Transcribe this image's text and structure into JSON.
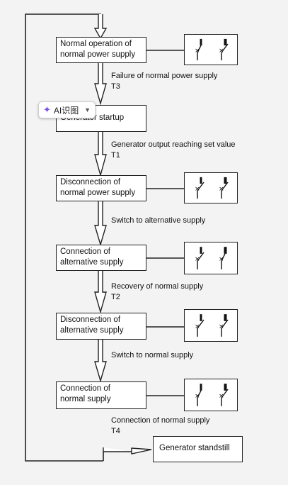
{
  "boxes": {
    "normal_operation": "Normal operation of\nnormal power supply",
    "generator_startup": "Generator startup",
    "disconnect_normal": "Disconnection of\nnormal power supply",
    "connect_alternative": "Connection of\nalternative supply",
    "disconnect_alternative": "Disconnection of\nalternative supply",
    "connect_normal": "Connection of\nnormal supply",
    "generator_standstill": "Generator standstill"
  },
  "transitions": {
    "t1_text": "Failure of normal power supply",
    "t1_time": "T3",
    "t2_text": "Generator output reaching set value",
    "t2_time": "T1",
    "t3_text": "Switch to alternative supply",
    "t4_text": "Recovery of normal supply",
    "t4_time": "T2",
    "t5_text": "Switch to normal supply",
    "t6_text": "Connection of normal supply",
    "t6_time": "T4"
  },
  "switch_states": {
    "normal_operation": [
      "closed",
      "open"
    ],
    "disconnect_normal": [
      "open",
      "open"
    ],
    "connect_alternative": [
      "open",
      "closed"
    ],
    "disconnect_alternative": [
      "open",
      "open"
    ],
    "connect_normal": [
      "closed",
      "open"
    ]
  },
  "overlay": {
    "ai_label": "AI识图",
    "ai_icon": "sparkle-icon",
    "chevron_icon": "chevron-down-icon"
  }
}
